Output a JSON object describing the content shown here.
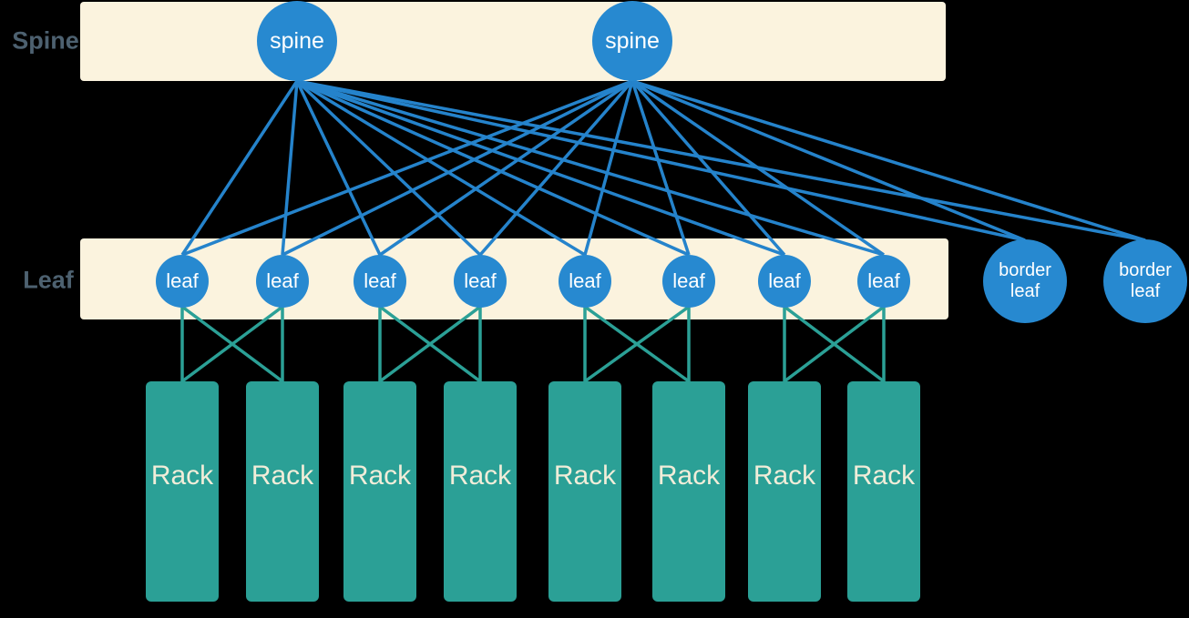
{
  "tiers": {
    "spine_band_label": "Spine",
    "leaf_band_label": "Leaf"
  },
  "nodes": {
    "spines": [
      {
        "id": "spine1",
        "label": "spine"
      },
      {
        "id": "spine2",
        "label": "spine"
      }
    ],
    "leaves": [
      {
        "id": "leaf1",
        "label": "leaf"
      },
      {
        "id": "leaf2",
        "label": "leaf"
      },
      {
        "id": "leaf3",
        "label": "leaf"
      },
      {
        "id": "leaf4",
        "label": "leaf"
      },
      {
        "id": "leaf5",
        "label": "leaf"
      },
      {
        "id": "leaf6",
        "label": "leaf"
      },
      {
        "id": "leaf7",
        "label": "leaf"
      },
      {
        "id": "leaf8",
        "label": "leaf"
      }
    ],
    "border_leaves": [
      {
        "id": "border1",
        "label": "border leaf"
      },
      {
        "id": "border2",
        "label": "border leaf"
      }
    ],
    "racks": [
      {
        "id": "rack1",
        "label": "Rack"
      },
      {
        "id": "rack2",
        "label": "Rack"
      },
      {
        "id": "rack3",
        "label": "Rack"
      },
      {
        "id": "rack4",
        "label": "Rack"
      },
      {
        "id": "rack5",
        "label": "Rack"
      },
      {
        "id": "rack6",
        "label": "Rack"
      },
      {
        "id": "rack7",
        "label": "Rack"
      },
      {
        "id": "rack8",
        "label": "Rack"
      }
    ]
  },
  "connections": {
    "spine_to_leaf": [
      [
        "spine1",
        "leaf1"
      ],
      [
        "spine1",
        "leaf2"
      ],
      [
        "spine1",
        "leaf3"
      ],
      [
        "spine1",
        "leaf4"
      ],
      [
        "spine1",
        "leaf5"
      ],
      [
        "spine1",
        "leaf6"
      ],
      [
        "spine1",
        "leaf7"
      ],
      [
        "spine1",
        "leaf8"
      ],
      [
        "spine1",
        "border1"
      ],
      [
        "spine1",
        "border2"
      ],
      [
        "spine2",
        "leaf1"
      ],
      [
        "spine2",
        "leaf2"
      ],
      [
        "spine2",
        "leaf3"
      ],
      [
        "spine2",
        "leaf4"
      ],
      [
        "spine2",
        "leaf5"
      ],
      [
        "spine2",
        "leaf6"
      ],
      [
        "spine2",
        "leaf7"
      ],
      [
        "spine2",
        "leaf8"
      ],
      [
        "spine2",
        "border1"
      ],
      [
        "spine2",
        "border2"
      ]
    ],
    "leaf_to_rack": [
      [
        "leaf1",
        "rack1"
      ],
      [
        "leaf1",
        "rack2"
      ],
      [
        "leaf2",
        "rack1"
      ],
      [
        "leaf2",
        "rack2"
      ],
      [
        "leaf3",
        "rack3"
      ],
      [
        "leaf3",
        "rack4"
      ],
      [
        "leaf4",
        "rack3"
      ],
      [
        "leaf4",
        "rack4"
      ],
      [
        "leaf5",
        "rack5"
      ],
      [
        "leaf5",
        "rack6"
      ],
      [
        "leaf6",
        "rack5"
      ],
      [
        "leaf6",
        "rack6"
      ],
      [
        "leaf7",
        "rack7"
      ],
      [
        "leaf7",
        "rack8"
      ],
      [
        "leaf8",
        "rack7"
      ],
      [
        "leaf8",
        "rack8"
      ]
    ]
  },
  "colors": {
    "background": "#000000",
    "band": "#FBF3DE",
    "node_blue": "#2789D0",
    "link_blue": "#2583CB",
    "teal": "#2BA096",
    "tier_label_gray": "#4D6170",
    "node_text": "#FFFFFF",
    "rack_text": "#F1EDD9"
  }
}
